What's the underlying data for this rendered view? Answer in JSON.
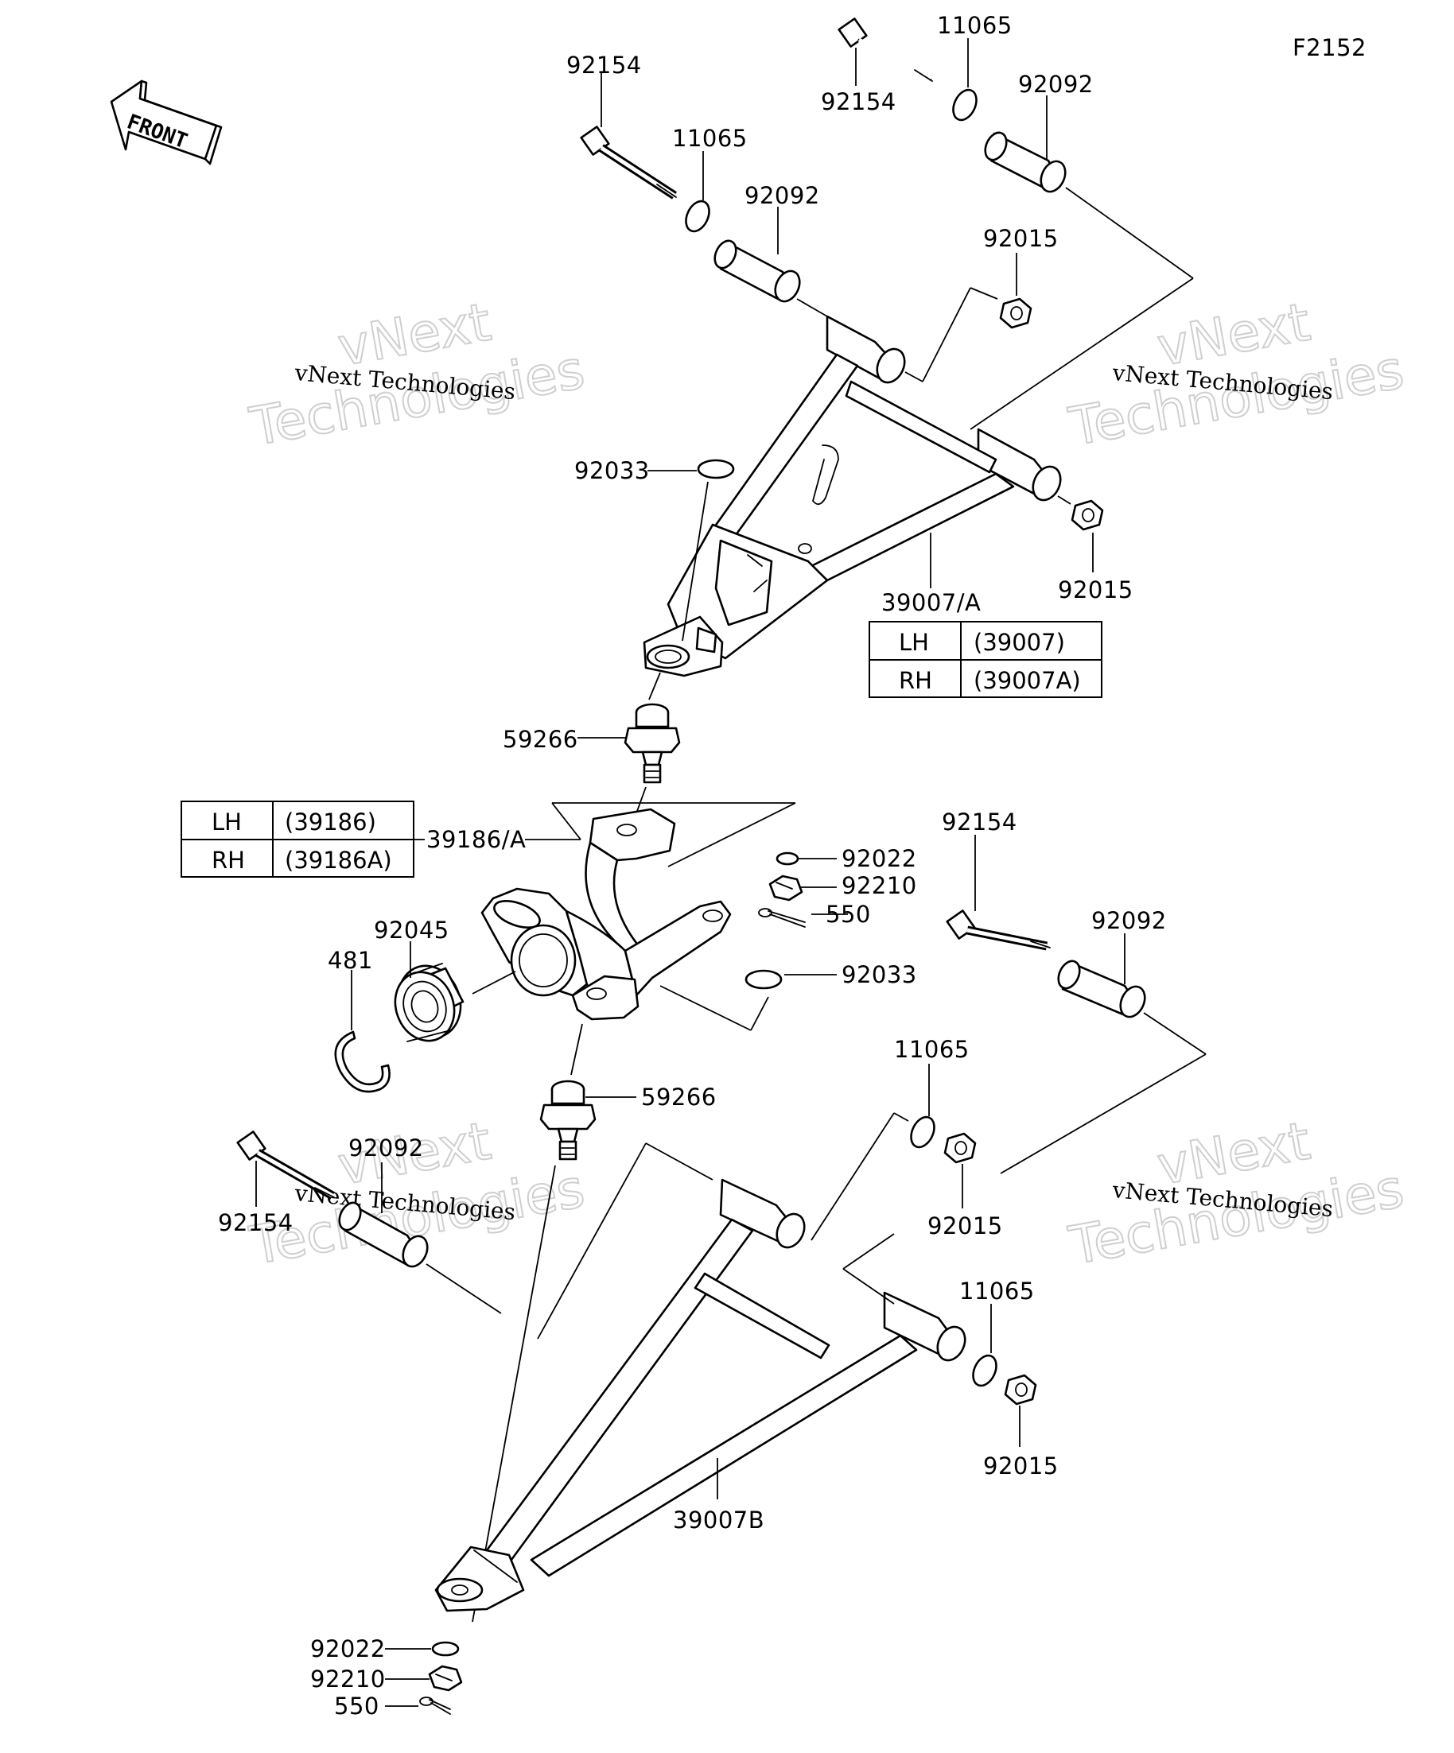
{
  "figure_code": "F2152",
  "front_label": "FRONT",
  "watermark": {
    "brand": "vNext",
    "company": "Technologies",
    "full": "vNext Technologies"
  },
  "labels": {
    "upper_bolt_left": "92154",
    "upper_bolt_right": "92154",
    "upper_washer_left": "11065",
    "upper_washer_right": "11065",
    "upper_bushing_left": "92092",
    "upper_bushing_right": "92092",
    "upper_nut_top": "92015",
    "upper_nut_bottom": "92015",
    "upper_circlip": "92033",
    "upper_arm": "39007/A",
    "upper_balljoint": "59266",
    "knuckle": "39186/A",
    "knuckle_washer": "92022",
    "knuckle_nut": "92210",
    "knuckle_pin": "550",
    "knuckle_circlip": "92033",
    "bearing": "92045",
    "snap_ring": "481",
    "lower_balljoint": "59266",
    "mid_bolt": "92154",
    "mid_bushing": "92092",
    "lower_washer_top": "11065",
    "lower_nut_top": "92015",
    "lower_bolt": "92154",
    "lower_bushing": "92092",
    "lower_washer_right": "11065",
    "lower_nut_right": "92015",
    "lower_arm": "39007B",
    "bottom_washer": "92022",
    "bottom_nut": "92210",
    "bottom_pin": "550"
  },
  "tables": {
    "arm": {
      "rows": [
        {
          "side": "LH",
          "part": "(39007)"
        },
        {
          "side": "RH",
          "part": "(39007A)"
        }
      ]
    },
    "knuckle": {
      "rows": [
        {
          "side": "LH",
          "part": "(39186)"
        },
        {
          "side": "RH",
          "part": "(39186A)"
        }
      ]
    }
  }
}
